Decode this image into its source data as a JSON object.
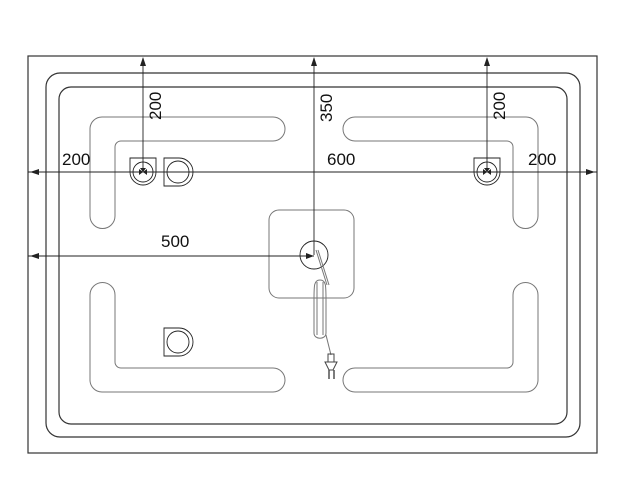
{
  "title": "Mirror dimension drawing",
  "dimensions": {
    "top_left_vertical": "200",
    "center_vertical": "350",
    "top_right_vertical": "200",
    "left_horizontal": "200",
    "middle_horizontal": "600",
    "right_horizontal": "200",
    "switch_offset": "500"
  },
  "colors": {
    "line": "#222222",
    "led_strip": "#777777"
  }
}
